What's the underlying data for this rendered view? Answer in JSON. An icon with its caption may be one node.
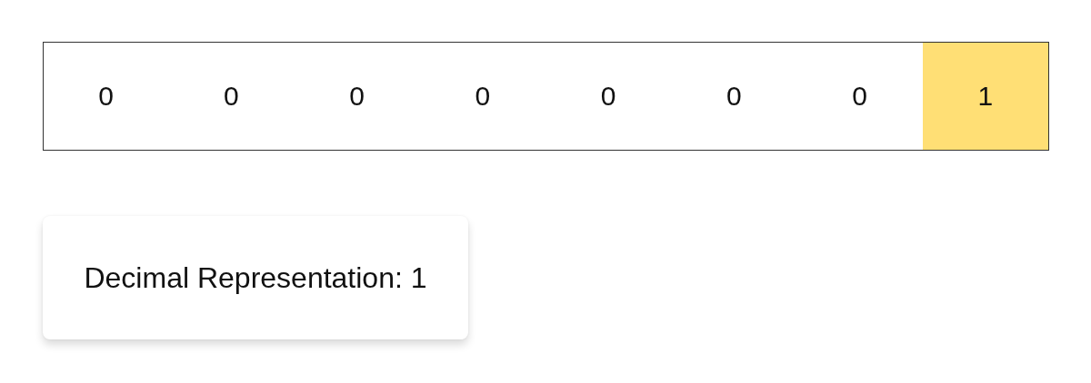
{
  "diagram": {
    "nodes": [
      {
        "text": [
          "0"
        ]
      },
      {
        "text": [
          "0"
        ]
      },
      {
        "text": [
          "0"
        ]
      },
      {
        "text": [
          "0"
        ]
      },
      {
        "text": [
          "0"
        ]
      },
      {
        "text": [
          "0"
        ]
      },
      {
        "text": [
          "0"
        ]
      },
      {
        "text": [
          "1"
        ]
      },
      {
        "text": [
          "Decimal Representation: 1"
        ]
      }
    ],
    "edges": []
  }
}
